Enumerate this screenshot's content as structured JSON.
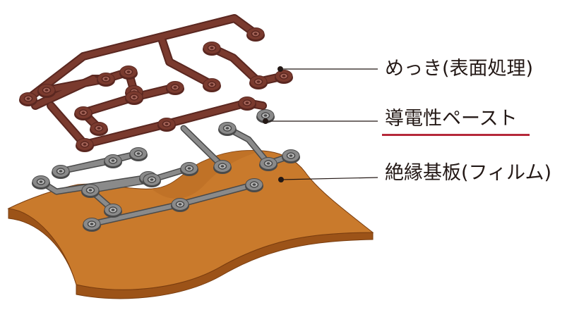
{
  "labels": {
    "plating": "めっき(表面処理)",
    "paste": "導電性ペースト",
    "base": "絶縁基板(フィルム)"
  },
  "colors": {
    "film_top": "#c97a2c",
    "film_side": "#9c5318",
    "film_outline": "#7a3d0f",
    "copper_fill": "#7a3a2e",
    "copper_dark": "#5a2720",
    "copper_pad_ring": "#a8675b",
    "paste_fill": "#8a8a8a",
    "paste_dark": "#4a4a4a",
    "paste_pad_ring": "#bdbdbd",
    "leader_line": "#231815",
    "highlight_underline": "#b5283a"
  }
}
